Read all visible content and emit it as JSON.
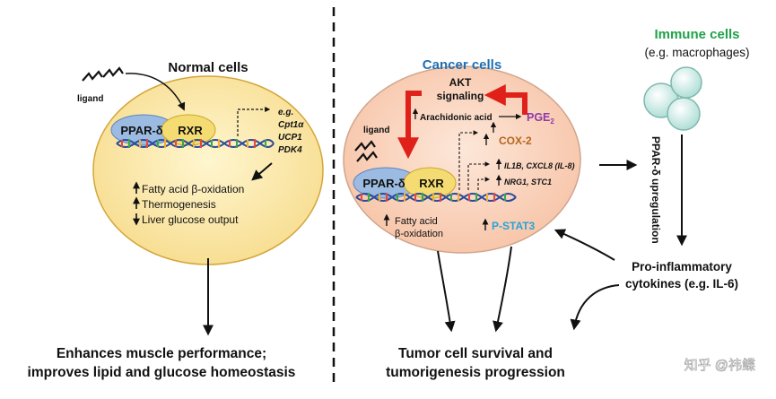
{
  "normal": {
    "title": "Normal cells",
    "ligand": "ligand",
    "ppar": "PPAR-δ",
    "rxr": "RXR",
    "eg": "e.g.",
    "genes": [
      "Cpt1α",
      "UCP1",
      "PDK4"
    ],
    "effects": [
      "Fatty acid β-oxidation",
      "Thermogenesis",
      "Liver glucose output"
    ],
    "outcome_line1": "Enhances muscle performance;",
    "outcome_line2": "improves lipid and glucose homeostasis"
  },
  "cancer": {
    "title": "Cancer cells",
    "akt_line1": "AKT",
    "akt_line2": "signaling",
    "arachidonic": "Arachidonic acid",
    "pge": "PGE",
    "pge_sub": "2",
    "cox2": "COX-2",
    "ligand": "ligand",
    "ppar": "PPAR-δ",
    "rxr": "RXR",
    "genes1": "IL1B, CXCL8 (IL-8)",
    "genes2": "NRG1, STC1",
    "fatty_line1": "Fatty acid",
    "fatty_line2": "β-oxidation",
    "pstat3": "P-STAT3",
    "outcome_line1": "Tumor cell survival and",
    "outcome_line2": "tumorigenesis progression"
  },
  "immune": {
    "title": "Immune cells",
    "subtitle": "(e.g. macrophages)",
    "upregulation": "PPAR-δ upregulation",
    "cytokines_line1": "Pro-inflammatory",
    "cytokines_line2": "cytokines (e.g. IL-6)"
  },
  "watermark": "知乎 @祎鲽",
  "colors": {
    "cell_fill": "#fbe6a6",
    "cell_stroke": "#d4a63a",
    "cancer_fill": "#fbd6c2",
    "cancer_stroke": "#cfa58e",
    "ppar_fill": "#9bbbe2",
    "rxr_fill": "#f5dc72",
    "cancer_title": "#1f6fb5",
    "immune_title": "#1fa24a",
    "pge": "#8e3aa8",
    "cox2": "#b5651d",
    "pstat3": "#27a3d6",
    "red_arrow": "#e0211a",
    "macrophage": "#c9ece6"
  }
}
